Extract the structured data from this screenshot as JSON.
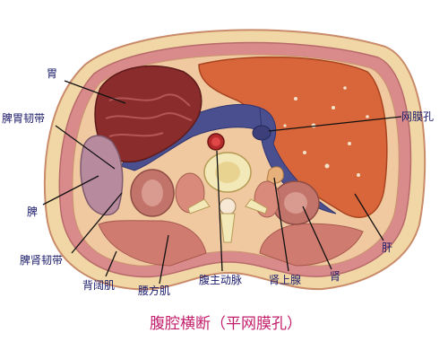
{
  "figure": {
    "caption": "腹腔横断（平网膜孔）"
  },
  "labels": {
    "stomach": "胃",
    "gastrosplenic_ligament": "脾胃韧带",
    "spleen": "脾",
    "splenorenal_ligament": "脾肾韧带",
    "latissimus_dorsi": "背阔肌",
    "quadratus_lumborum": "腰方肌",
    "abdominal_aorta": "腹主动脉",
    "adrenal_gland": "肾上腺",
    "kidney": "肾",
    "liver": "肝",
    "omental_foramen": "网膜孔"
  },
  "colors": {
    "caption": "#c21e6b",
    "label_text": "#1a1a6a",
    "liver": "#d9653a",
    "stomach": "#8a2c2c",
    "omental_bursa": "#4a4f8f",
    "muscle": "#d98a8a",
    "fat": "#f1d7a6",
    "bone": "#f3e9b8"
  }
}
